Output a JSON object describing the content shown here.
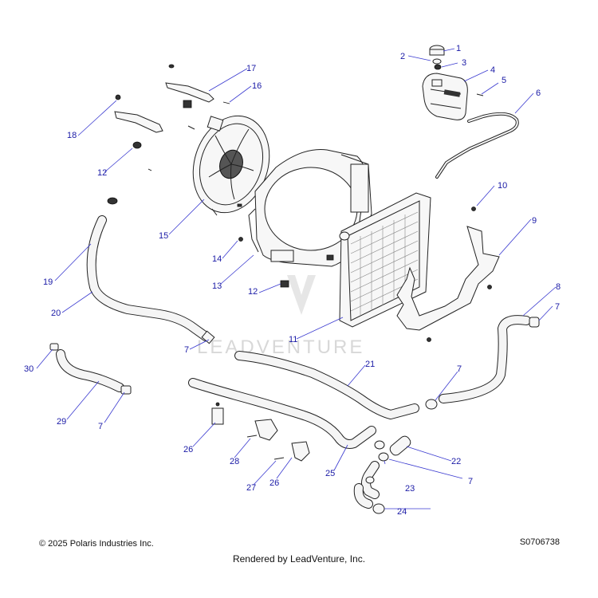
{
  "diagram": {
    "watermark": "LEADVENTURE",
    "callouts": [
      {
        "id": "c1",
        "label": "1"
      },
      {
        "id": "c2",
        "label": "2"
      },
      {
        "id": "c3",
        "label": "3"
      },
      {
        "id": "c4",
        "label": "4"
      },
      {
        "id": "c5",
        "label": "5"
      },
      {
        "id": "c6",
        "label": "6"
      },
      {
        "id": "c7a",
        "label": "7"
      },
      {
        "id": "c7b",
        "label": "7"
      },
      {
        "id": "c7c",
        "label": "7"
      },
      {
        "id": "c7d",
        "label": "7"
      },
      {
        "id": "c7e",
        "label": "7"
      },
      {
        "id": "c8",
        "label": "8"
      },
      {
        "id": "c9",
        "label": "9"
      },
      {
        "id": "c10",
        "label": "10"
      },
      {
        "id": "c11",
        "label": "11"
      },
      {
        "id": "c12a",
        "label": "12"
      },
      {
        "id": "c12b",
        "label": "12"
      },
      {
        "id": "c13",
        "label": "13"
      },
      {
        "id": "c14",
        "label": "14"
      },
      {
        "id": "c15",
        "label": "15"
      },
      {
        "id": "c16",
        "label": "16"
      },
      {
        "id": "c17",
        "label": "17"
      },
      {
        "id": "c18",
        "label": "18"
      },
      {
        "id": "c19",
        "label": "19"
      },
      {
        "id": "c20",
        "label": "20"
      },
      {
        "id": "c21",
        "label": "21"
      },
      {
        "id": "c22",
        "label": "22"
      },
      {
        "id": "c23",
        "label": "23"
      },
      {
        "id": "c24",
        "label": "24"
      },
      {
        "id": "c25",
        "label": "25"
      },
      {
        "id": "c26a",
        "label": "26"
      },
      {
        "id": "c26b",
        "label": "26"
      },
      {
        "id": "c27",
        "label": "27"
      },
      {
        "id": "c28",
        "label": "28"
      },
      {
        "id": "c29",
        "label": "29"
      },
      {
        "id": "c30",
        "label": "30"
      }
    ]
  },
  "footer": {
    "copyright": "© 2025 Polaris Industries Inc.",
    "drawing_id": "S0706738",
    "rendered_by": "Rendered by LeadVenture, Inc."
  }
}
